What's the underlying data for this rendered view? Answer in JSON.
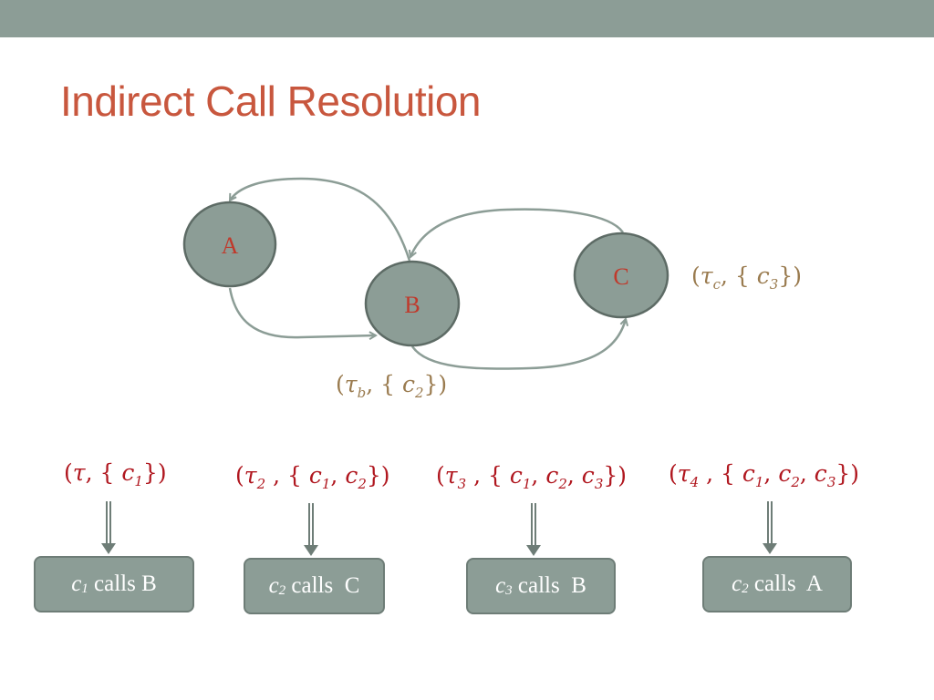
{
  "slide": {
    "title": "Indirect Call Resolution"
  },
  "graph": {
    "nodes": [
      {
        "id": "A",
        "label": "A"
      },
      {
        "id": "B",
        "label": "B"
      },
      {
        "id": "C",
        "label": "C"
      }
    ],
    "edges": [
      {
        "from": "A",
        "to": "B"
      },
      {
        "from": "B",
        "to": "A"
      },
      {
        "from": "B",
        "to": "C"
      },
      {
        "from": "C",
        "to": "B"
      }
    ],
    "annotations": [
      {
        "node": "C",
        "tau": "τ",
        "tau_sub": "c",
        "call": "c",
        "call_sub": "3"
      },
      {
        "node": "B",
        "tau": "τ",
        "tau_sub": "b",
        "call": "c",
        "call_sub": "2"
      }
    ]
  },
  "steps": [
    {
      "tuple": {
        "tau": "τ",
        "tau_sub": "",
        "calls": [
          {
            "name": "c",
            "sub": "1"
          }
        ]
      },
      "box": {
        "callsite": "c",
        "callsite_sub": "1",
        "text": " calls B"
      }
    },
    {
      "tuple": {
        "tau": "τ",
        "tau_sub": "2",
        "calls": [
          {
            "name": "c",
            "sub": "1"
          },
          {
            "name": "c",
            "sub": "2"
          }
        ]
      },
      "box": {
        "callsite": "c",
        "callsite_sub": "2",
        "text": " calls  C"
      }
    },
    {
      "tuple": {
        "tau": "τ",
        "tau_sub": "3",
        "calls": [
          {
            "name": "c",
            "sub": "1"
          },
          {
            "name": "c",
            "sub": "2"
          },
          {
            "name": "c",
            "sub": "3"
          }
        ]
      },
      "box": {
        "callsite": "c",
        "callsite_sub": "3",
        "text": " calls  B"
      }
    },
    {
      "tuple": {
        "tau": "τ",
        "tau_sub": "4",
        "calls": [
          {
            "name": "c",
            "sub": "1"
          },
          {
            "name": "c",
            "sub": "2"
          },
          {
            "name": "c",
            "sub": "3"
          }
        ]
      },
      "box": {
        "callsite": "c",
        "callsite_sub": "2",
        "text": " calls  A"
      }
    }
  ],
  "colors": {
    "title": "#c8573e",
    "node_fill": "#8c9d96",
    "node_stroke": "#5d6b65",
    "edge": "#8c9d96",
    "annotation": "#9a7b4f",
    "tuple": "#b0171f",
    "box": "#8c9d96"
  }
}
